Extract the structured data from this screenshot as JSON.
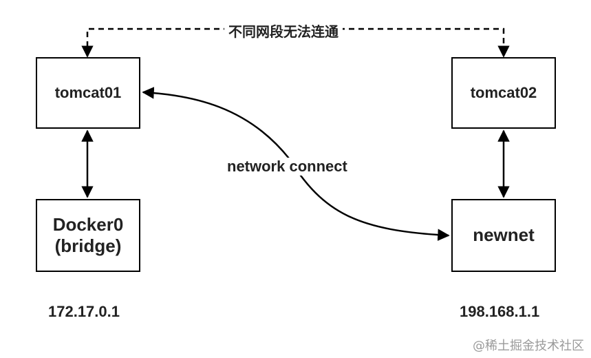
{
  "nodes": {
    "tomcat01": "tomcat01",
    "tomcat02": "tomcat02",
    "docker0_line1": "Docker0",
    "docker0_line2": "(bridge)",
    "newnet": "newnet"
  },
  "labels": {
    "top_edge": "不同网段无法连通",
    "network_connect": "network connect",
    "ip_docker0": "172.17.0.1",
    "ip_newnet": "198.168.1.1"
  },
  "watermark": "@稀土掘金技术社区",
  "colors": {
    "stroke": "#000000",
    "text": "#222222",
    "background": "#ffffff",
    "watermark": "#9a9a9a"
  }
}
